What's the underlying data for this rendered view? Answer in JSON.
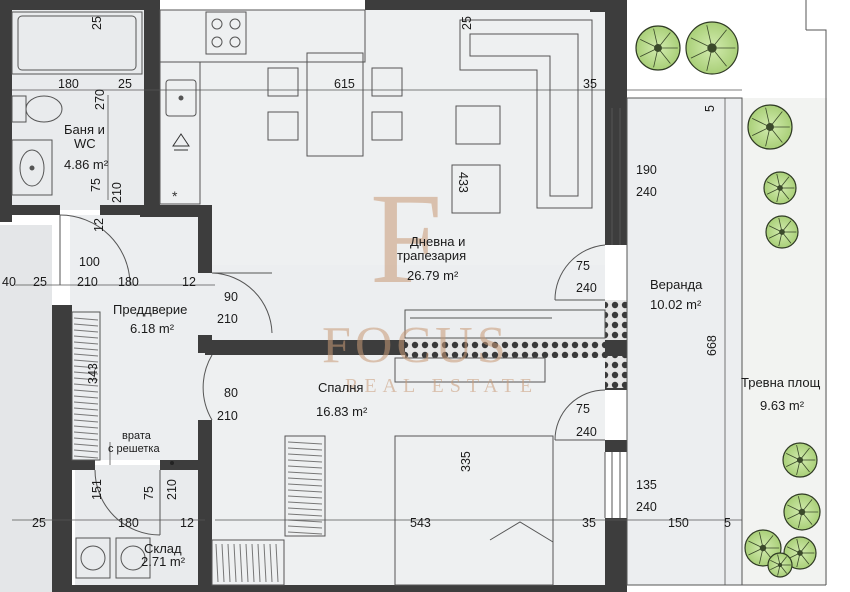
{
  "rooms": {
    "bath_name_1": "Баня и",
    "bath_name_2": "WC",
    "bath_area": "4.86 m²",
    "living_name_1": "Дневна и",
    "living_name_2": "трапезария",
    "living_area": "26.79 m²",
    "hall_name": "Преддверие",
    "hall_area": "6.18 m²",
    "bedroom_name": "Спалня",
    "bedroom_area": "16.83 m²",
    "veranda_name": "Веранда",
    "veranda_area": "10.02 m²",
    "grass_name": "Тревна площ",
    "grass_area": "9.63 m²",
    "storage_name": "Склад",
    "storage_area": "2.71 m²",
    "grate_door_1": "врата",
    "grate_door_2": "с решетка"
  },
  "dims": {
    "d25_top": "25",
    "d180_bath": "180",
    "d25_bath": "25",
    "d270": "270",
    "d615": "615",
    "d25_living": "25",
    "d35_top": "35",
    "d5_top": "5",
    "d75_bath": "75",
    "d210_bath": "210",
    "d12_a": "12",
    "d100": "100",
    "d210_a": "210",
    "d40": "40",
    "d25_left": "25",
    "d180_hall": "180",
    "d12_b": "12",
    "d90": "90",
    "d210_b": "210",
    "d343": "343",
    "d80": "80",
    "d210_c": "210",
    "d433": "433",
    "d190": "190",
    "d240_a": "240",
    "d75_ver1": "75",
    "d240_b": "240",
    "d668": "668",
    "d75_ver2": "75",
    "d240_c": "240",
    "d335": "335",
    "d135": "135",
    "d240_d": "240",
    "d151": "151",
    "d75_store": "75",
    "d210_store": "210",
    "d12_c": "12",
    "d25_bottom": "25",
    "d180_bottom": "180",
    "d543": "543",
    "d35_bottom": "35",
    "d150": "150",
    "d5_bottom": "5"
  },
  "watermark": {
    "brand": "FOCUS",
    "tagline": "REAL ESTATE",
    "monogram": "F"
  },
  "colors": {
    "wall": "#3d3d3d",
    "floor": "#e9ebed",
    "grass": "#f2f3f1",
    "tree_green": "#b7d98b",
    "watermark_gold": "#c89a76"
  }
}
